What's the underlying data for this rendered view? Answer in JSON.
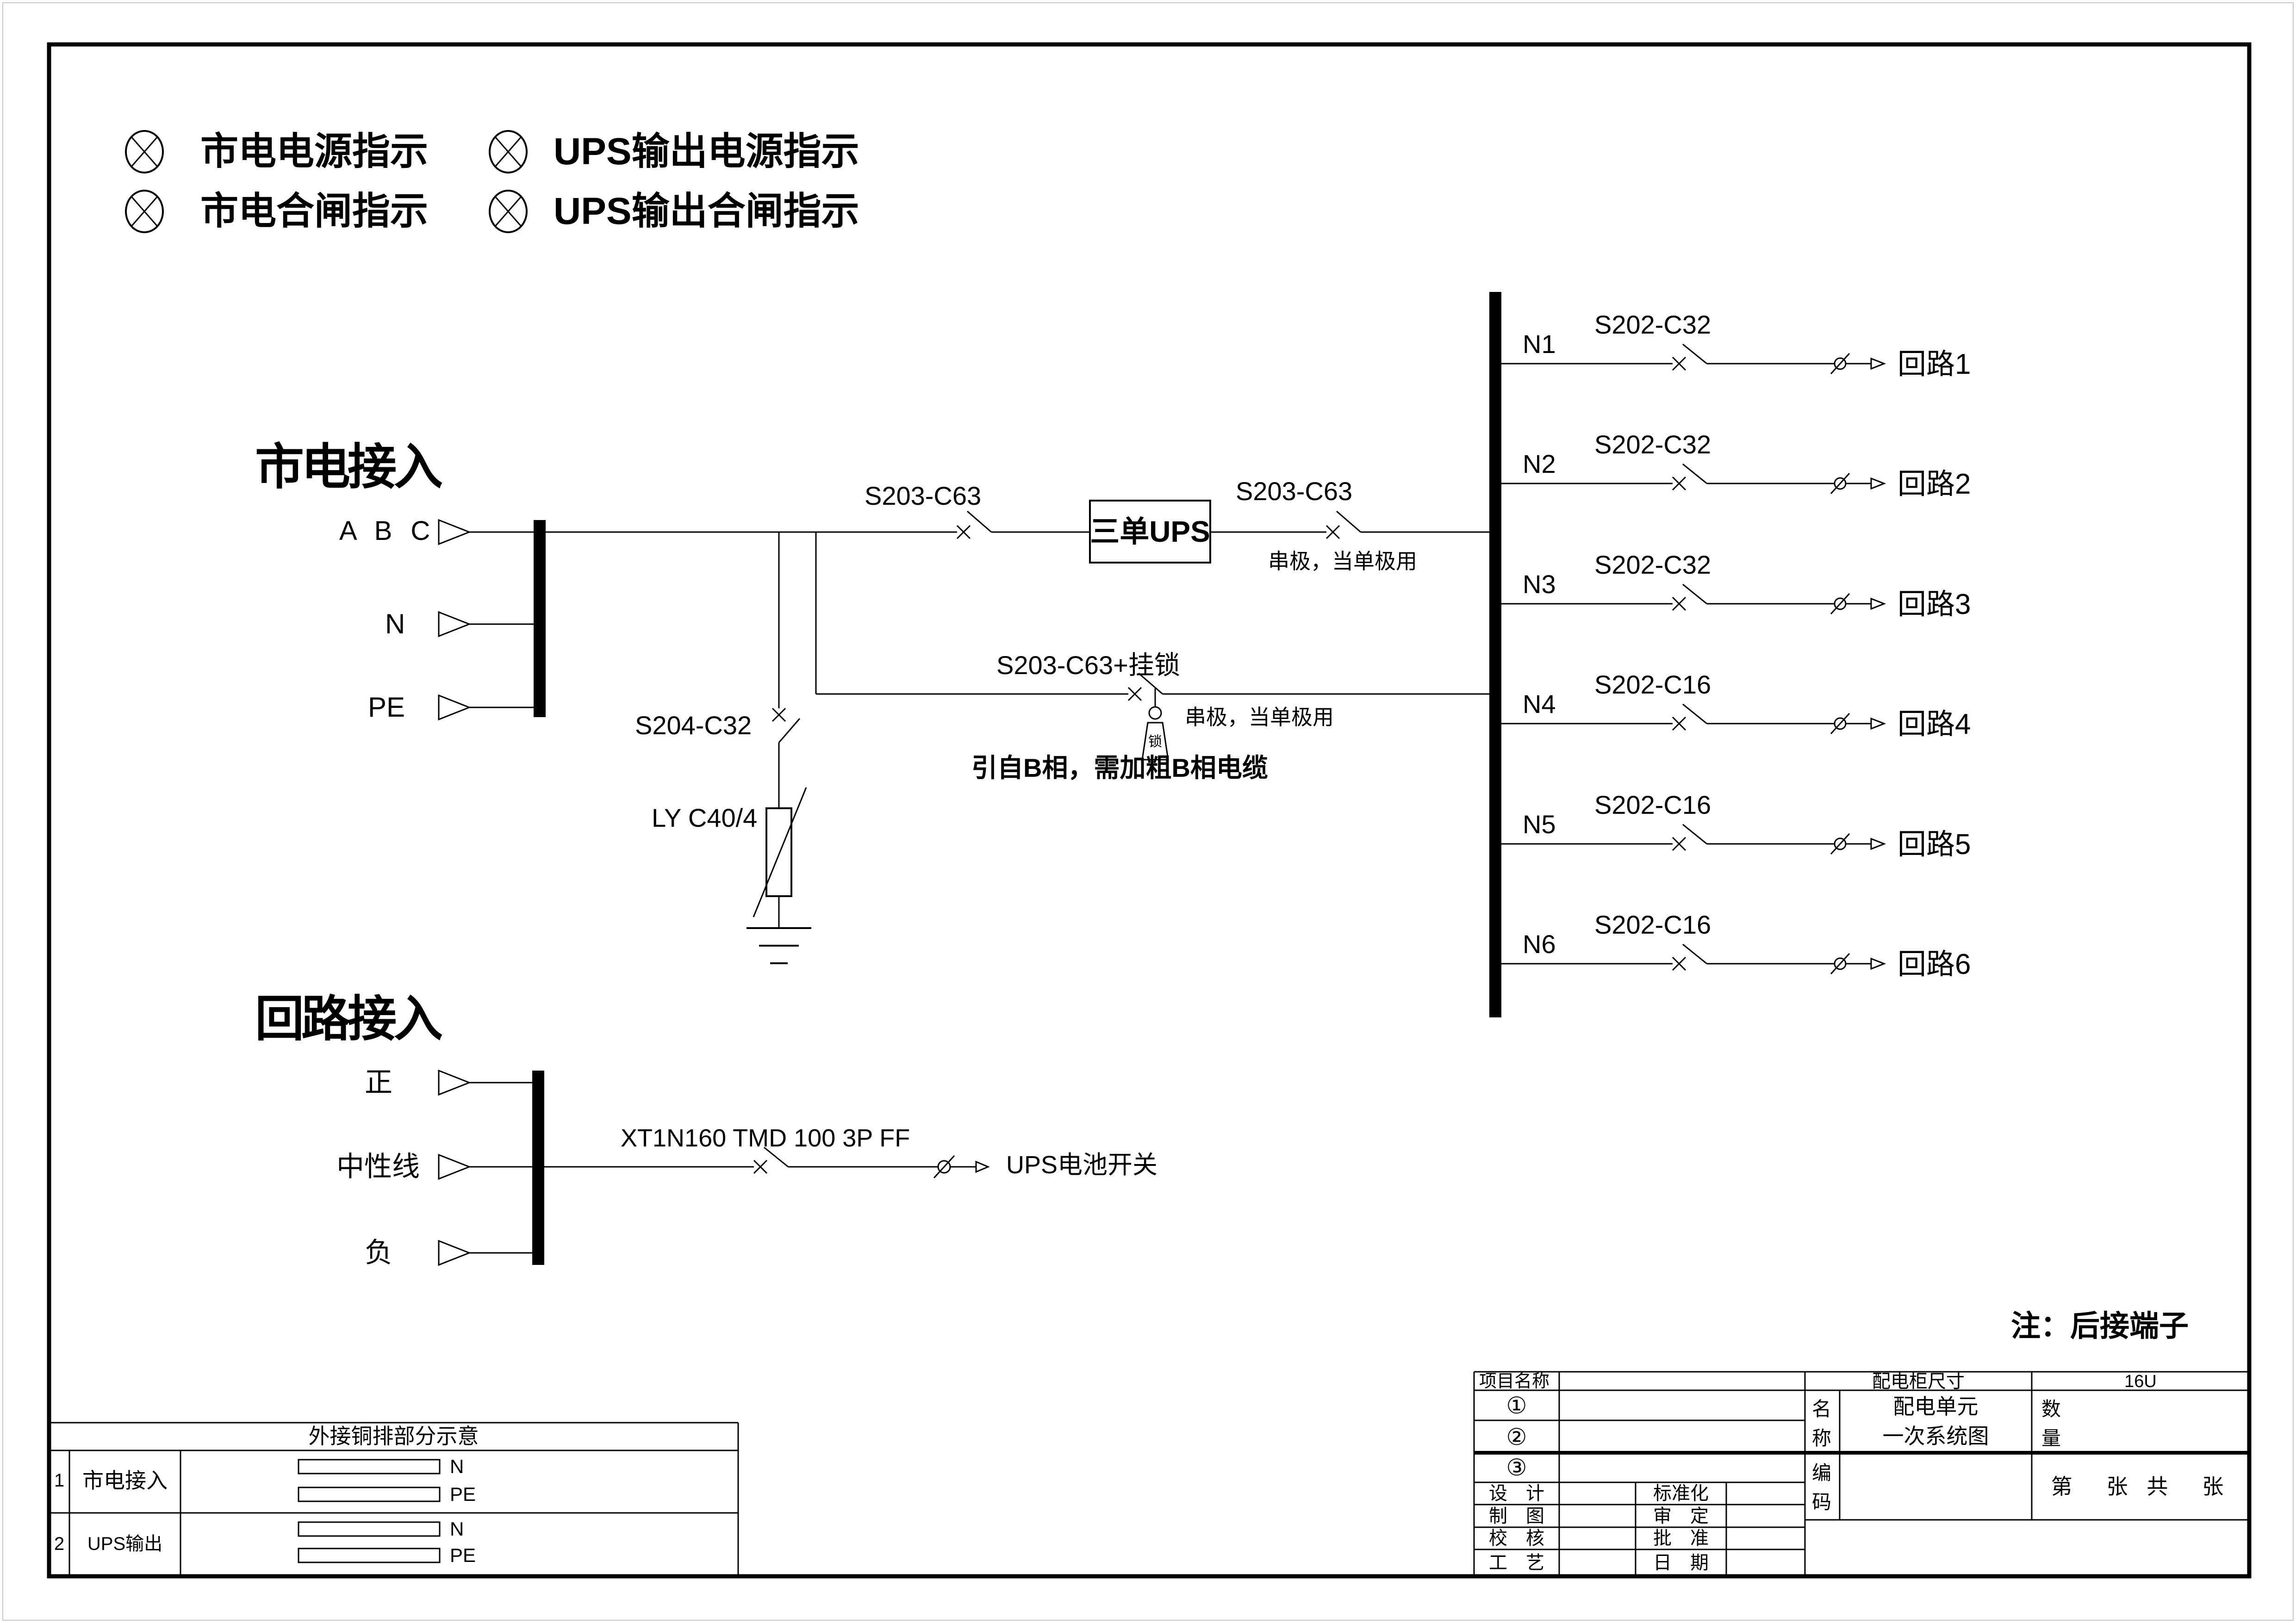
{
  "legend": {
    "items": [
      {
        "icon": "indicator-lamp-icon",
        "label": "市电电源指示"
      },
      {
        "icon": "indicator-lamp-icon",
        "label": "UPS输出电源指示"
      },
      {
        "icon": "indicator-lamp-icon",
        "label": "市电合闸指示"
      },
      {
        "icon": "indicator-lamp-icon",
        "label": "UPS输出合闸指示"
      }
    ]
  },
  "mains": {
    "title": "市电接入",
    "phase_label": "A B C",
    "neutral_label": "N",
    "pe_label": "PE",
    "incoming_breaker": "S203-C63",
    "ups_label": "三单UPS",
    "output_breaker": "S203-C63",
    "output_note": "串极，当单极用",
    "spd_breaker": "S204-C32",
    "spd_model": "LY C40/4",
    "bypass_breaker": "S203-C63+挂锁",
    "bypass_note": "串极，当单极用",
    "phase_b_note": "引自B相，需加粗B相电缆",
    "lock_glyph": "锁"
  },
  "distribution": {
    "circuits": [
      {
        "id": "N1",
        "breaker": "S202-C32",
        "load": "回路1"
      },
      {
        "id": "N2",
        "breaker": "S202-C32",
        "load": "回路2"
      },
      {
        "id": "N3",
        "breaker": "S202-C32",
        "load": "回路3"
      },
      {
        "id": "N4",
        "breaker": "S202-C16",
        "load": "回路4"
      },
      {
        "id": "N5",
        "breaker": "S202-C16",
        "load": "回路5"
      },
      {
        "id": "N6",
        "breaker": "S202-C16",
        "load": "回路6"
      }
    ]
  },
  "battery": {
    "title": "回路接入",
    "positive_label": "正",
    "neutral_label": "中性线",
    "negative_label": "负",
    "breaker": "XT1N160 TMD 100 3P FF",
    "load": "UPS电池开关"
  },
  "note": "注：后接端子",
  "copper_table": {
    "title": "外接铜排部分示意",
    "rows": [
      {
        "no": "1",
        "name": "市电接入",
        "bars": [
          "N",
          "PE"
        ]
      },
      {
        "no": "2",
        "name": "UPS输出",
        "bars": [
          "N",
          "PE"
        ]
      }
    ]
  },
  "title_block": {
    "project_label": "项目名称",
    "cabinet_size_label": "配电柜尺寸",
    "cabinet_size": "16U",
    "rev1": "①",
    "rev2": "②",
    "rev3": "③",
    "name_label": "名称",
    "name_line1": "配电单元",
    "name_line2": "一次系统图",
    "qty_label": "数量",
    "code_label": "编码",
    "sheet_text": "第　张 共　张",
    "sig_rows": [
      {
        "left": "设　计",
        "right": "标准化"
      },
      {
        "left": "制　图",
        "right": "审　定"
      },
      {
        "left": "校　核",
        "right": "批　准"
      },
      {
        "left": "工　艺",
        "right": "日　期"
      }
    ]
  }
}
